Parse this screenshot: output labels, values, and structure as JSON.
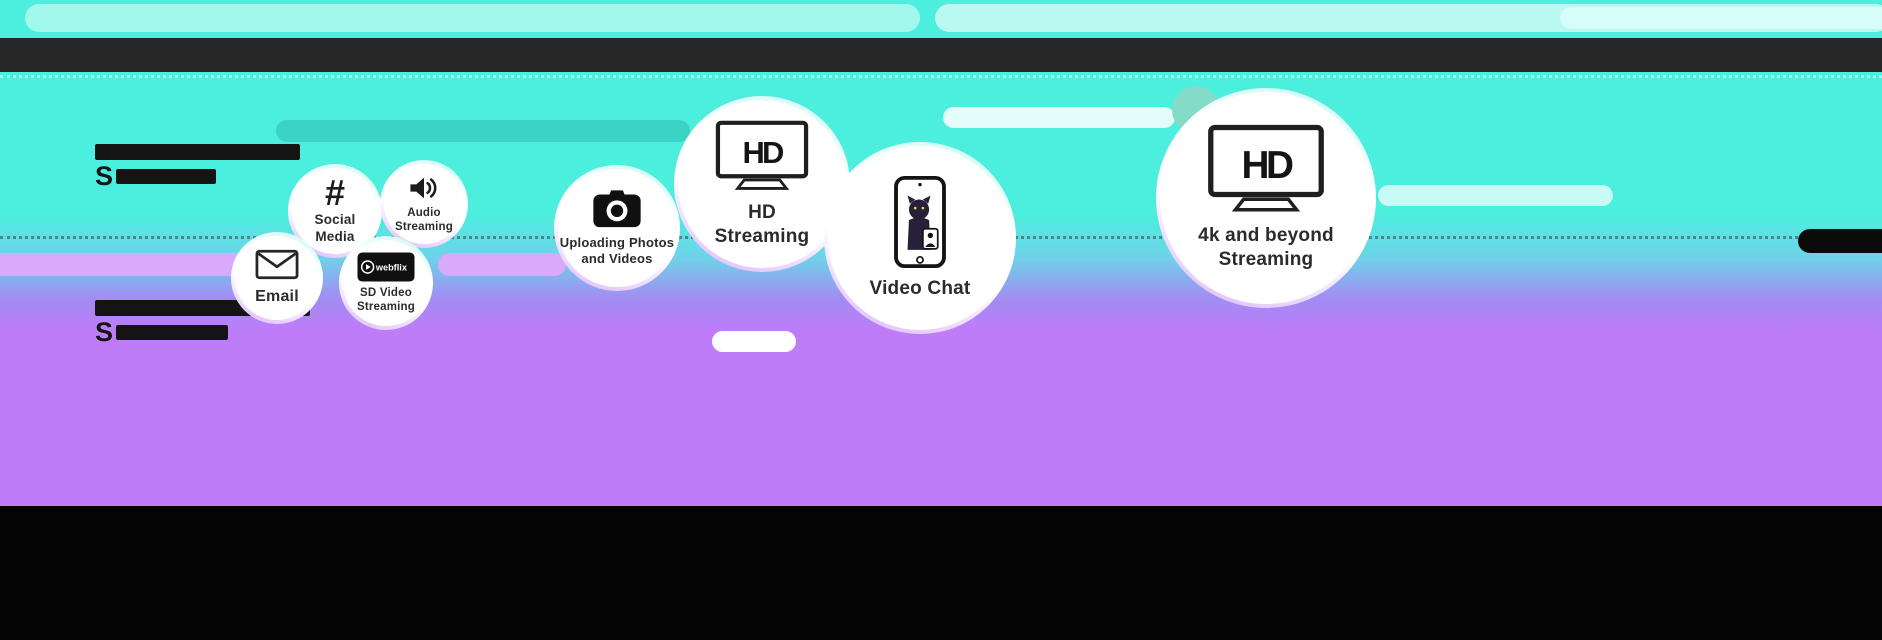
{
  "palette": {
    "cyan_bg": "#4CEEDE",
    "cyan_light_pill": "#A3F8EE",
    "teal_pill": "#3BD3C5",
    "purple_bg": "#BF7CF9",
    "purple_light_pill": "#D9A9FC",
    "dark_bar": "#262626",
    "footer_black": "#040404",
    "text_dark": "#2B2B2B",
    "bubble_white": "#FFFFFF"
  },
  "speed_labels": [
    {
      "visible_text": "S"
    },
    {
      "visible_text": "S"
    }
  ],
  "bubbles": [
    {
      "id": "email",
      "lines": [
        "Email"
      ],
      "icon": "envelope-icon"
    },
    {
      "id": "social-media",
      "lines": [
        "Social",
        "Media"
      ],
      "icon": "hashtag-icon",
      "glyph": "#"
    },
    {
      "id": "audio-streaming",
      "lines": [
        "Audio",
        "Streaming"
      ],
      "icon": "speaker-icon"
    },
    {
      "id": "sd-video-streaming",
      "lines": [
        "SD Video",
        "Streaming"
      ],
      "icon": "webflix-logo",
      "logo_text": "webflix"
    },
    {
      "id": "uploading-photos",
      "lines": [
        "Uploading Photos",
        "and Videos"
      ],
      "icon": "camera-icon"
    },
    {
      "id": "hd-streaming",
      "lines": [
        "HD",
        "Streaming"
      ],
      "icon": "tv-hd-icon",
      "tv_text": "HD"
    },
    {
      "id": "video-chat",
      "lines": [
        "Video Chat"
      ],
      "icon": "video-chat-phone-icon"
    },
    {
      "id": "4k-streaming",
      "lines": [
        "4k and beyond",
        "Streaming"
      ],
      "icon": "tv-hd-icon",
      "tv_text": "HD"
    }
  ]
}
